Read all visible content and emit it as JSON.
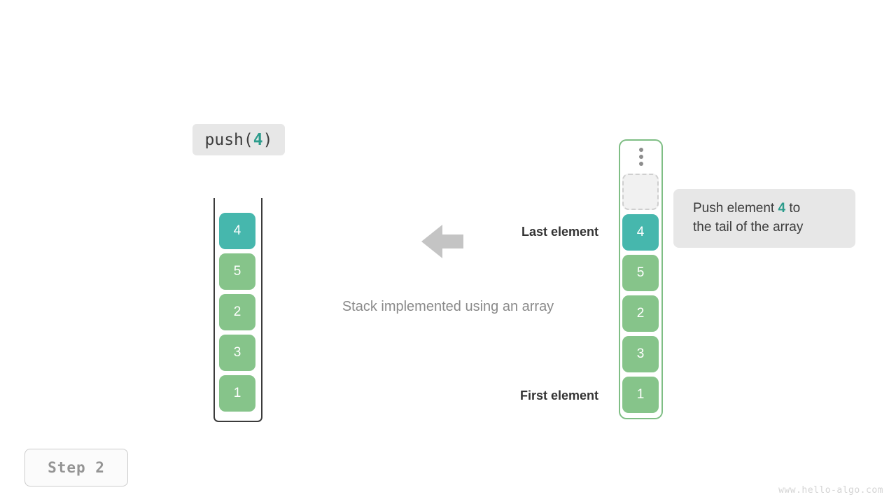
{
  "operation": {
    "prefix": "push(",
    "argument": "4",
    "suffix": ")"
  },
  "stack_panel": {
    "caption": "Stack implemented using an array",
    "cells": [
      {
        "value": "4",
        "color": "teal"
      },
      {
        "value": "5",
        "color": "green"
      },
      {
        "value": "2",
        "color": "green"
      },
      {
        "value": "3",
        "color": "green"
      },
      {
        "value": "1",
        "color": "green"
      }
    ]
  },
  "annotations": {
    "last_element": "Last element",
    "first_element": "First element"
  },
  "array_panel": {
    "ellipsis": "vertical-ellipsis-icon",
    "empty_slot": "",
    "cells": [
      {
        "value": "4",
        "color": "teal"
      },
      {
        "value": "5",
        "color": "green"
      },
      {
        "value": "2",
        "color": "green"
      },
      {
        "value": "3",
        "color": "green"
      },
      {
        "value": "1",
        "color": "green"
      }
    ]
  },
  "callout": {
    "line1_before": "Push element ",
    "highlight": "4",
    "line1_after": " to",
    "line2": "the tail of the array"
  },
  "step_badge": "Step 2",
  "watermark": "www.hello-algo.com",
  "colors": {
    "teal": "#46b7ad",
    "teal_text": "#2d9c8c",
    "green": "#86c48a",
    "green_border": "#7fbe85",
    "frame": "#3b3b3b",
    "chip_bg": "#e7e7e7",
    "muted_text": "#8a8a8a",
    "arrow": "#c4c4c4"
  }
}
